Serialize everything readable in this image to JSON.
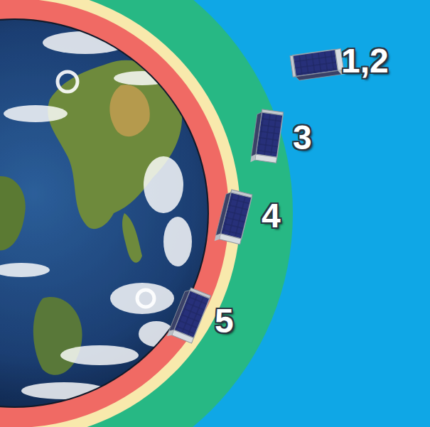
{
  "diagram": {
    "labels": [
      "1,2",
      "3",
      "4",
      "5"
    ]
  }
}
